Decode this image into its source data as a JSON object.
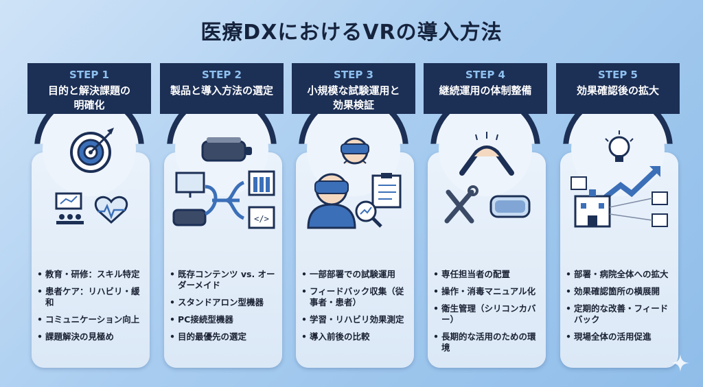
{
  "title": "医療DXにおけるVRの導入方法",
  "steps": [
    {
      "label": "STEP 1",
      "title": "目的と解決課題の\n明確化",
      "bullets": [
        "教育・研修：スキル特定",
        "患者ケア：リハビリ・緩和",
        "コミュニケーション向上",
        "課題解決の見極め"
      ],
      "icons": [
        "target-icon",
        "classroom-icon",
        "heart-pulse-icon"
      ]
    },
    {
      "label": "STEP 2",
      "title": "製品と導入方法の選定",
      "bullets": [
        "既存コンテンツ vs. オーダーメイド",
        "スタンドアロン型機器",
        "PC接続型機器",
        "目的最優先の選定"
      ],
      "icons": [
        "vr-headset-icon",
        "monitor-icon",
        "library-icon",
        "code-window-icon"
      ]
    },
    {
      "label": "STEP 3",
      "title": "小規模な試験運用と\n効果検証",
      "bullets": [
        "一部部署での試験運用",
        "フィードバック収集（従事者・患者）",
        "学習・リハビリ効果測定",
        "導入前後の比較"
      ],
      "icons": [
        "vr-user-icon",
        "checklist-icon",
        "magnifier-chart-icon"
      ]
    },
    {
      "label": "STEP 4",
      "title": "継続運用の体制整備",
      "bullets": [
        "専任担当者の配置",
        "操作・消毒マニュアル化",
        "衛生管理（シリコンカバー）",
        "長期的な活用のための環境"
      ],
      "icons": [
        "handshake-icon",
        "tools-icon",
        "vr-headset-icon"
      ]
    },
    {
      "label": "STEP 5",
      "title": "効果確認後の拡大",
      "bullets": [
        "部署・病院全体への拡大",
        "効果確認箇所の横展開",
        "定期的な改善・フィードバック",
        "現場全体の活用促進"
      ],
      "icons": [
        "lightbulb-icon",
        "hospital-network-icon",
        "growth-arrow-icon"
      ]
    }
  ],
  "colors": {
    "header": "#1c2f55",
    "step_label": "#8fc1f0",
    "accent": "#3b6fb8"
  }
}
